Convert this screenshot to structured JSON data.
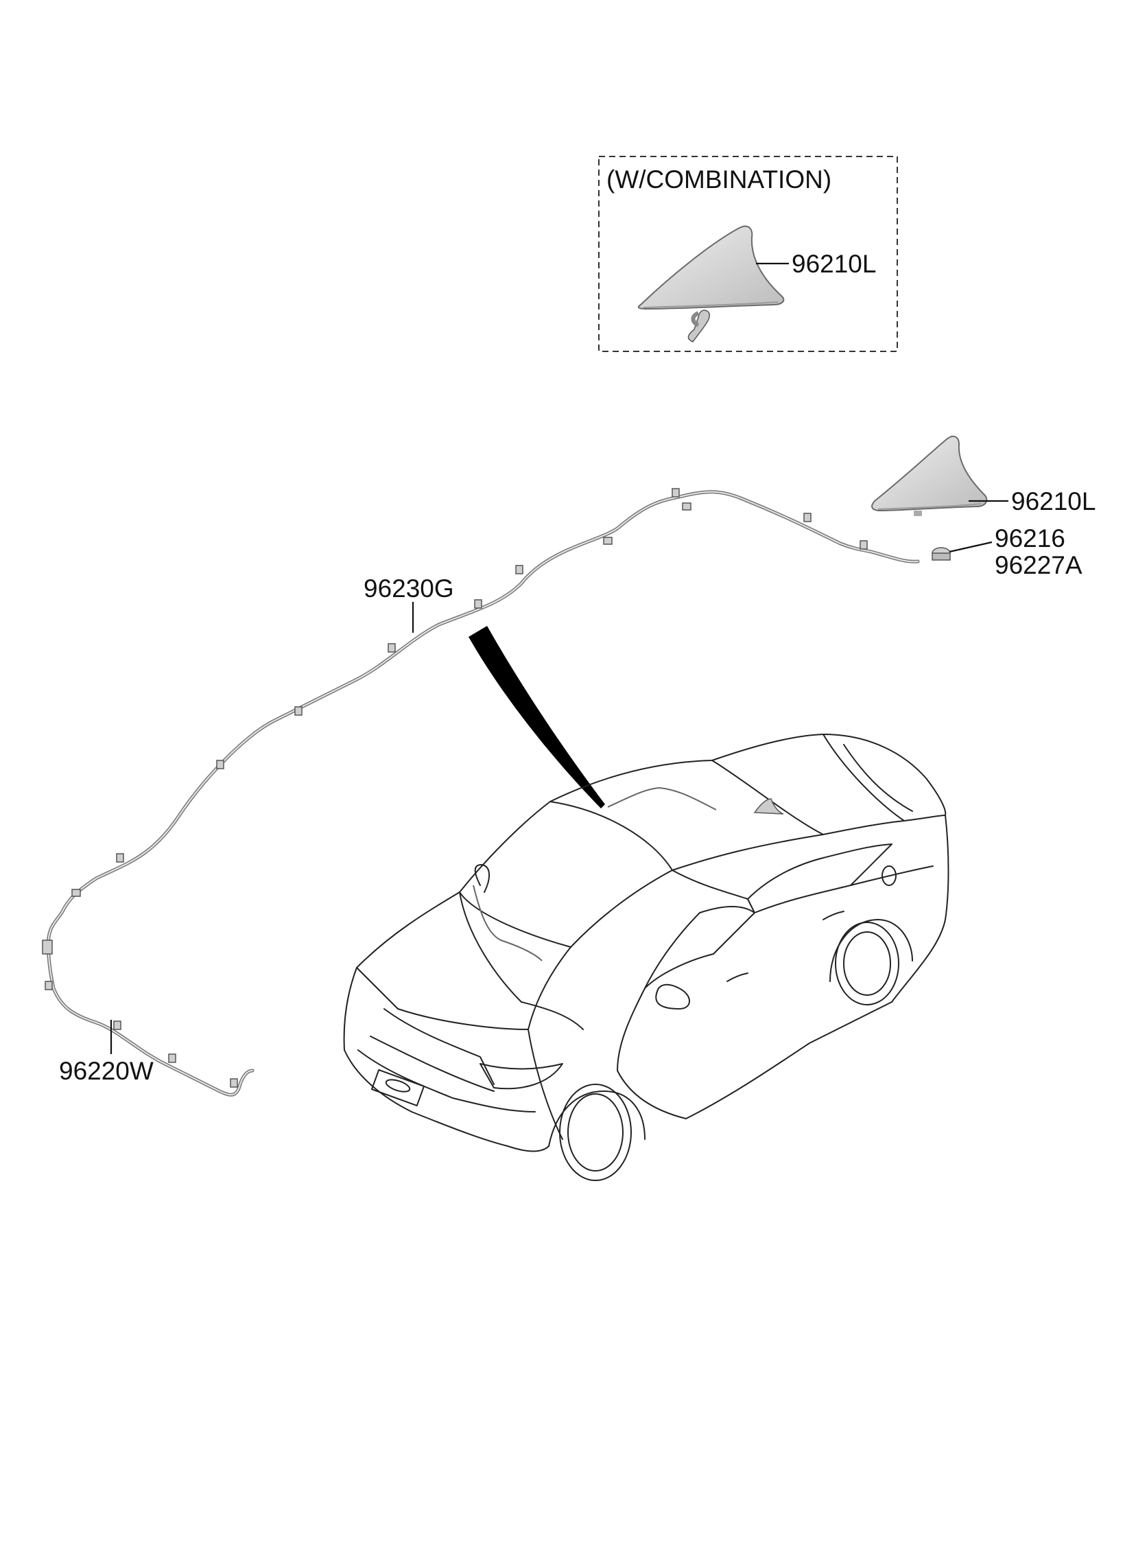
{
  "variant_box": {
    "caption": "(W/COMBINATION)",
    "part": "96210L"
  },
  "parts": {
    "antenna": "96210L",
    "nut": "96216",
    "pad": "96227A",
    "roof_cable": "96230G",
    "feeder_cable": "96220W"
  },
  "colors": {
    "line": "#111111",
    "part_fill": "#d9d9d9",
    "cable": "#777777"
  }
}
